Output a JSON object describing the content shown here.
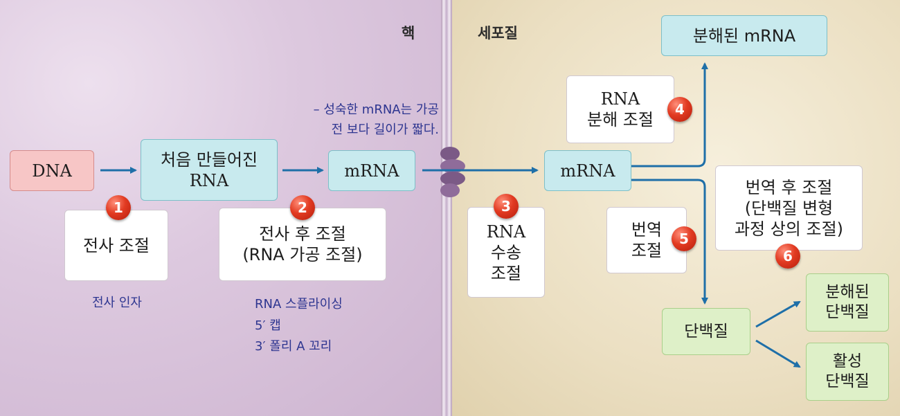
{
  "regions": {
    "nucleus": "핵",
    "cytoplasm": "세포질"
  },
  "nodes": {
    "dna": "DNA",
    "primary_rna_1": "처음 만들어진",
    "primary_rna_2": "RNA",
    "mrna_nucleus": "mRNA",
    "mrna_cytoplasm": "mRNA",
    "degraded_mrna": "분해된 mRNA",
    "protein": "단백질",
    "degraded_protein_1": "분해된",
    "degraded_protein_2": "단백질",
    "active_protein_1": "활성",
    "active_protein_2": "단백질"
  },
  "steps": [
    {
      "number": "1",
      "lines": [
        "전사 조절"
      ]
    },
    {
      "number": "2",
      "lines": [
        "전사 후 조절",
        "(RNA 가공 조절)"
      ]
    },
    {
      "number": "3",
      "lines": [
        "RNA",
        "수송",
        "조절"
      ]
    },
    {
      "number": "4",
      "lines": [
        "RNA",
        "분해 조절"
      ]
    },
    {
      "number": "5",
      "lines": [
        "번역",
        "조절"
      ]
    },
    {
      "number": "6",
      "lines": [
        "번역 후 조절",
        "(단백질 변형",
        "과정 상의 조절)"
      ]
    }
  ],
  "notes": {
    "transcription_factor": "전사 인자",
    "mature_mrna_1": "– 성숙한 mRNA는 가공",
    "mature_mrna_2": "전 보다 길이가 짧다.",
    "processing": [
      "RNA 스플라이싱",
      "5′ 캡",
      "3′ 폴리 A 꼬리"
    ]
  },
  "colors": {
    "arrow": "#1e6fa8",
    "badge": "#e23b22",
    "note_text": "#2d3590",
    "dna_box": "#f7c6c6",
    "rna_box": "#c8eaee",
    "protein_box": "#def0c8"
  }
}
